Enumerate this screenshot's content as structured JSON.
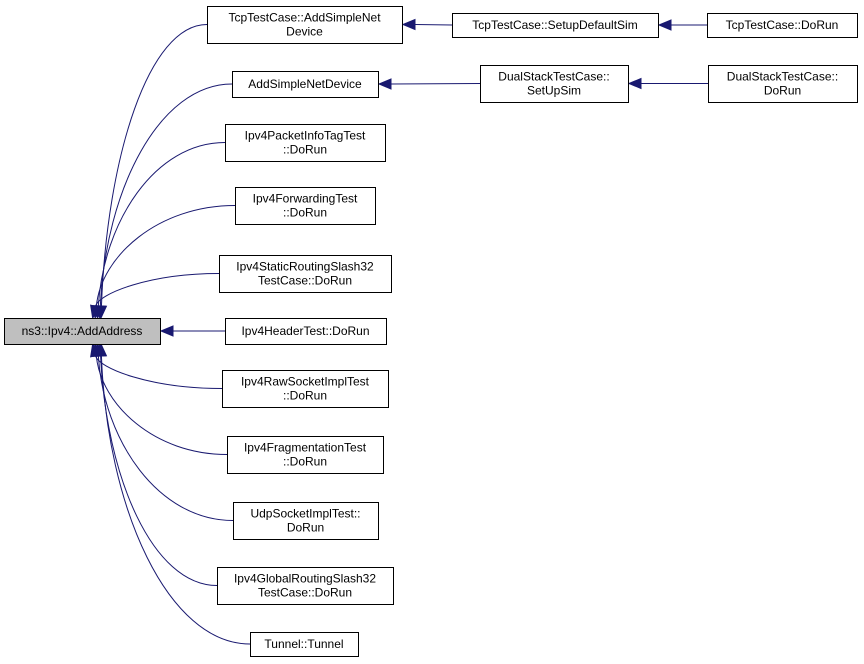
{
  "diagram": {
    "type": "call-graph",
    "colors": {
      "edge": "#191970",
      "node_fill": "#ffffff",
      "root_fill": "#bfbfbf",
      "border": "#000000"
    },
    "nodes": [
      {
        "id": "root",
        "lines": [
          "ns3::Ipv4::AddAddress"
        ],
        "root": true
      },
      {
        "id": "tcp_add",
        "lines": [
          "TcpTestCase::AddSimpleNet",
          "Device"
        ]
      },
      {
        "id": "tcp_setup",
        "lines": [
          "TcpTestCase::SetupDefaultSim"
        ]
      },
      {
        "id": "tcp_dorun",
        "lines": [
          "TcpTestCase::DoRun"
        ]
      },
      {
        "id": "addsimple",
        "lines": [
          "AddSimpleNetDevice"
        ]
      },
      {
        "id": "dual_setup",
        "lines": [
          "DualStackTestCase::",
          "SetUpSim"
        ]
      },
      {
        "id": "dual_dorun",
        "lines": [
          "DualStackTestCase::",
          "DoRun"
        ]
      },
      {
        "id": "pkt_info",
        "lines": [
          "Ipv4PacketInfoTagTest",
          "::DoRun"
        ]
      },
      {
        "id": "fwd",
        "lines": [
          "Ipv4ForwardingTest",
          "::DoRun"
        ]
      },
      {
        "id": "static32",
        "lines": [
          "Ipv4StaticRoutingSlash32",
          "TestCase::DoRun"
        ]
      },
      {
        "id": "header",
        "lines": [
          "Ipv4HeaderTest::DoRun"
        ]
      },
      {
        "id": "raw",
        "lines": [
          "Ipv4RawSocketImplTest",
          "::DoRun"
        ]
      },
      {
        "id": "frag",
        "lines": [
          "Ipv4FragmentationTest",
          "::DoRun"
        ]
      },
      {
        "id": "udp",
        "lines": [
          "UdpSocketImplTest::",
          "DoRun"
        ]
      },
      {
        "id": "global32",
        "lines": [
          "Ipv4GlobalRoutingSlash32",
          "TestCase::DoRun"
        ]
      },
      {
        "id": "tunnel",
        "lines": [
          "Tunnel::Tunnel"
        ]
      }
    ],
    "edges": [
      {
        "from": "tcp_add",
        "to": "root"
      },
      {
        "from": "addsimple",
        "to": "root"
      },
      {
        "from": "pkt_info",
        "to": "root"
      },
      {
        "from": "fwd",
        "to": "root"
      },
      {
        "from": "static32",
        "to": "root"
      },
      {
        "from": "header",
        "to": "root"
      },
      {
        "from": "raw",
        "to": "root"
      },
      {
        "from": "frag",
        "to": "root"
      },
      {
        "from": "udp",
        "to": "root"
      },
      {
        "from": "global32",
        "to": "root"
      },
      {
        "from": "tunnel",
        "to": "root"
      },
      {
        "from": "tcp_setup",
        "to": "tcp_add"
      },
      {
        "from": "tcp_dorun",
        "to": "tcp_setup"
      },
      {
        "from": "dual_setup",
        "to": "addsimple"
      },
      {
        "from": "dual_dorun",
        "to": "dual_setup"
      }
    ]
  }
}
